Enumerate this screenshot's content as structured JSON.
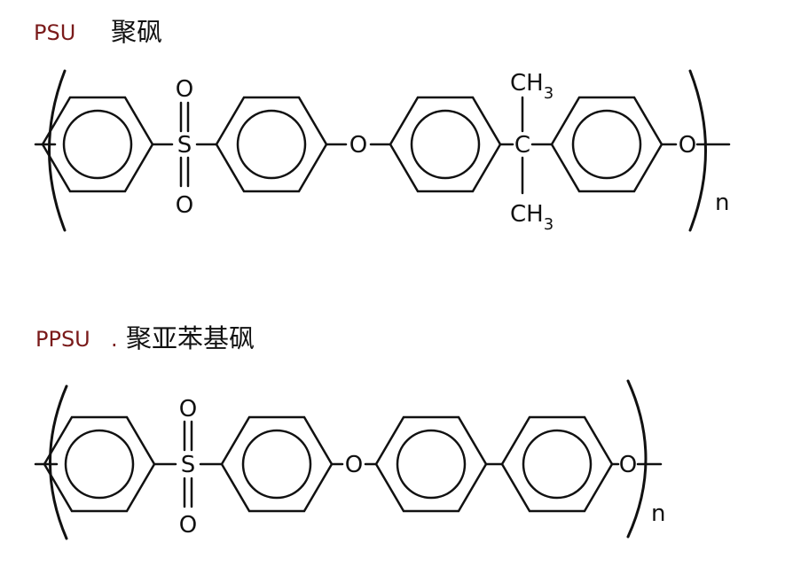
{
  "psu": {
    "code": "PSU",
    "name": "聚砜",
    "atoms": {
      "sulfur": "S",
      "oxygen_top": "O",
      "oxygen_bottom": "O",
      "ether_oxygen_1": "O",
      "quaternary_carbon": "C",
      "methyl_top": "CH",
      "methyl_top_sub": "3",
      "methyl_bottom": "CH",
      "methyl_bottom_sub": "3",
      "ether_oxygen_2": "O"
    },
    "repeat_subscript": "n"
  },
  "ppsu": {
    "code": "PPSU",
    "separator": ".",
    "name": "聚亚苯基砜",
    "atoms": {
      "sulfur": "S",
      "oxygen_top": "O",
      "oxygen_bottom": "O",
      "ether_oxygen_1": "O",
      "ether_oxygen_2": "O"
    },
    "repeat_subscript": "n"
  }
}
